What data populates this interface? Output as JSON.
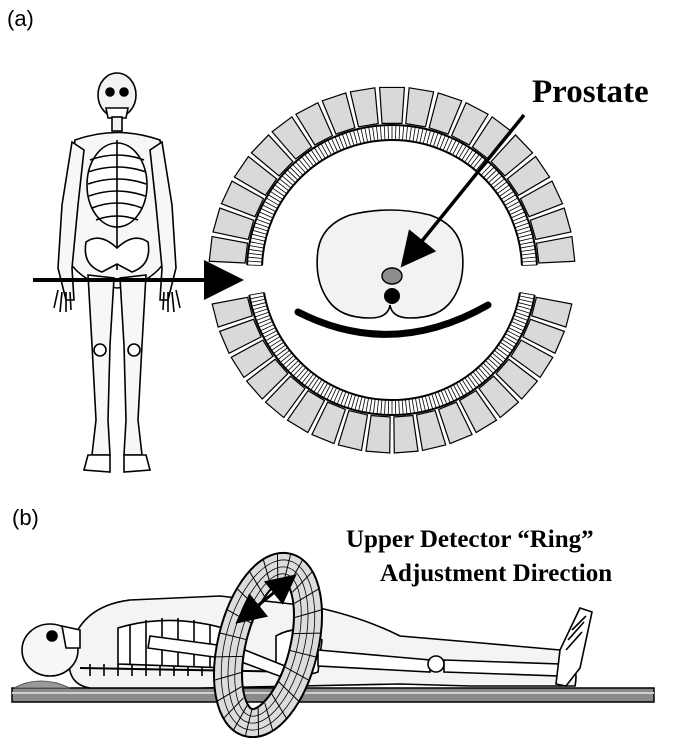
{
  "figure": {
    "panel_a_label": "(a)",
    "panel_b_label": "(b)",
    "prostate_label": "Prostate",
    "ring_label_line1": "Upper Detector “Ring”",
    "ring_label_line2": "Adjustment Direction"
  },
  "colors": {
    "outline": "#000000",
    "detector_fill": "#d9d9d9",
    "body_fill": "#ececec",
    "prostate_fill": "#8c8c8c",
    "table_fill": "#8a8a8a"
  }
}
